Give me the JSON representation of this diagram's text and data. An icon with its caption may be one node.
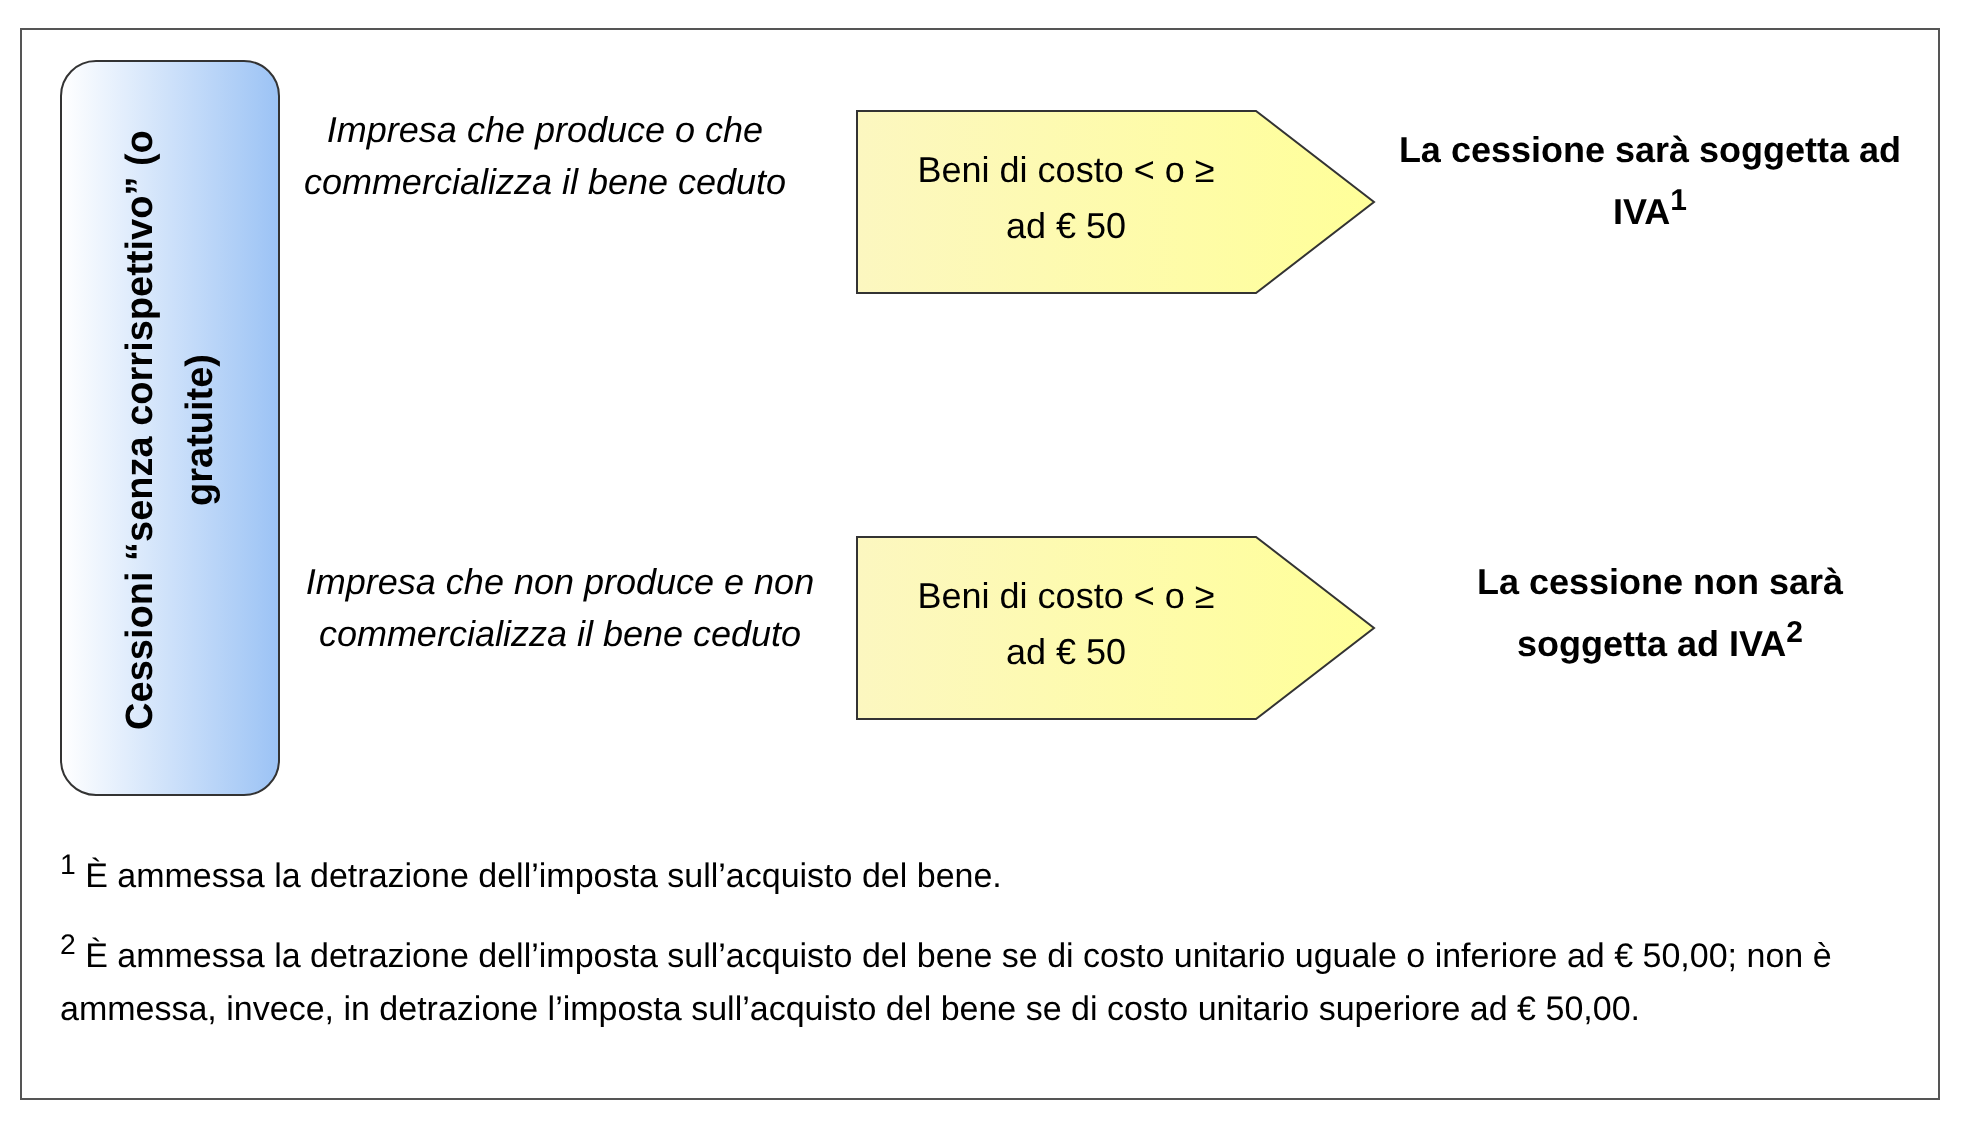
{
  "diagram": {
    "nodes": [
      {
        "text": [
          "Cessioni “senza corrispettivo” (o gratuite)"
        ]
      },
      {
        "text": [
          "Beni di costo < o ≥ ad € 50"
        ]
      },
      {
        "text": [
          "Beni di costo < o ≥ ad € 50"
        ]
      }
    ],
    "edges": [],
    "labels": [
      "Impresa che produce o che commercializza il bene ceduto",
      "La cessione sarà soggetta ad IVA$^{1}$",
      "Impresa che non produce e non commercializza il bene ceduto",
      "La cessione non sarà soggetta ad IVA$^{2}$",
      "$^{1}$ È ammessa la detrazione dell’imposta sull’acquisto del bene.",
      "$^{2}$ È ammessa la detrazione dell’imposta sull’acquisto del bene se di costo unitario uguale o inferiore ad € 50,00; non è ammessa, invece, in detrazione l’imposta sull’acquisto del bene se di costo unitario superiore ad € 50,00."
    ]
  }
}
